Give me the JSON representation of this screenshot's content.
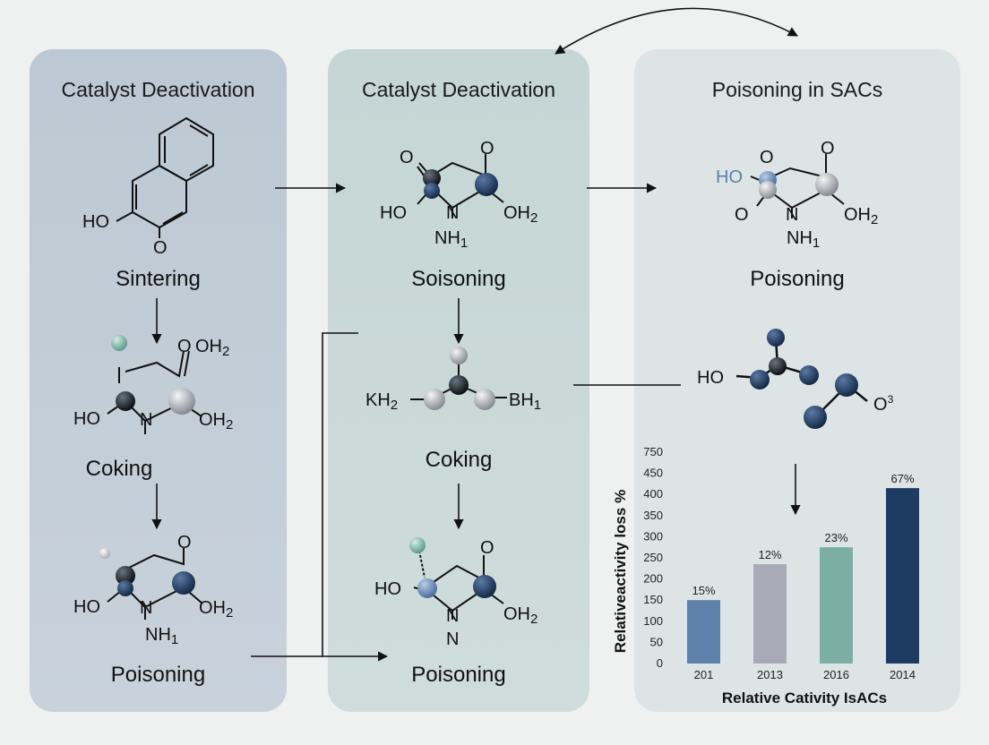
{
  "panels": [
    {
      "title": "Catalyst Deactivation",
      "labels": [
        "Sintering",
        "Coking",
        "Poisoning"
      ]
    },
    {
      "title": "Catalyst Deactivation",
      "labels": [
        "Soisoning",
        "Coking",
        "Poisoning"
      ]
    },
    {
      "title": "Poisoning in SACs",
      "labels": [
        "Poisoning"
      ]
    }
  ],
  "molecules": {
    "naphthol": {
      "ho": "HO",
      "o": "O"
    },
    "m1": {
      "o_top": "O",
      "oh2_top": "OH",
      "ho": "HO",
      "n": "N",
      "oh2": "OH"
    },
    "m2": {
      "o": "O",
      "ho": "HO",
      "n": "N",
      "nh": "NH",
      "oh2": "OH"
    },
    "m3": {
      "o_left": "O",
      "o_right": "O",
      "ho": "HO",
      "n": "N",
      "nh": "NH",
      "oh2": "OH"
    },
    "m4": {
      "kh2": "KH",
      "bh1": "BH"
    },
    "m5": {
      "o": "O",
      "ho": "HO",
      "n": "N",
      "oh2": "OH"
    },
    "m6": {
      "ho": "HO",
      "o_left": "O",
      "o_right": "O",
      "n": "N",
      "nh": "NH",
      "oh2": "OH"
    },
    "m7": {
      "ho": "HO",
      "o3": "O"
    }
  },
  "colors": {
    "atom_dark": "#14191f",
    "atom_navy": "#1f3a5c",
    "atom_blue": "#6e8fbf",
    "atom_gray": "#a9adb4",
    "atom_green": "#8ec2ad"
  },
  "chart_data": {
    "type": "bar",
    "categories": [
      "201",
      "2013",
      "2016",
      "2014"
    ],
    "values": [
      150,
      235,
      275,
      415
    ],
    "data_labels": [
      "15%",
      "12%",
      "23%",
      "67%"
    ],
    "colors": [
      "#5f82ad",
      "#a8aab5",
      "#7bafa5",
      "#1e3b63"
    ],
    "y_ticks": [
      "0",
      "50",
      "100",
      "150",
      "200",
      "250",
      "300",
      "350",
      "400",
      "450",
      "750"
    ],
    "xlabel": "Relative Cativity IsACs",
    "ylabel": "Relativeactivity loss %",
    "grid": false
  }
}
